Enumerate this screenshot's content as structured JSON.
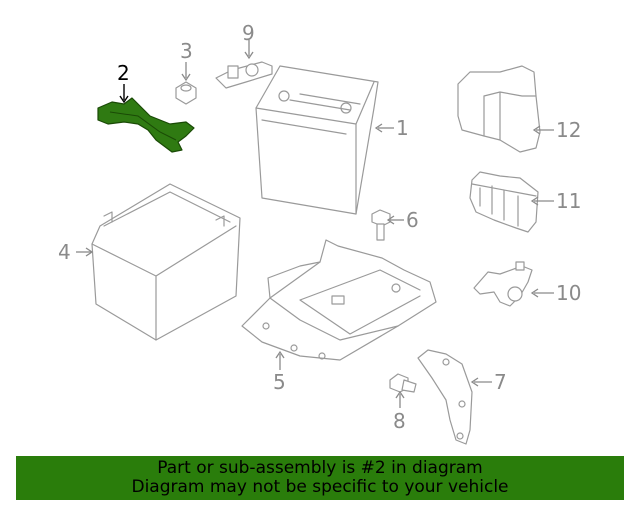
{
  "diagram": {
    "highlighted_part": "2",
    "highlight_color": "#2f7a12",
    "callouts": {
      "p1": "1",
      "p2": "2",
      "p3": "3",
      "p4": "4",
      "p5": "5",
      "p6": "6",
      "p7": "7",
      "p8": "8",
      "p9": "9",
      "p10": "10",
      "p11": "11",
      "p12": "12"
    }
  },
  "banner": {
    "line1": "Part or sub-assembly is #2 in diagram",
    "line2": "Diagram may not be specific to your vehicle",
    "background": "#2a7d0b"
  }
}
